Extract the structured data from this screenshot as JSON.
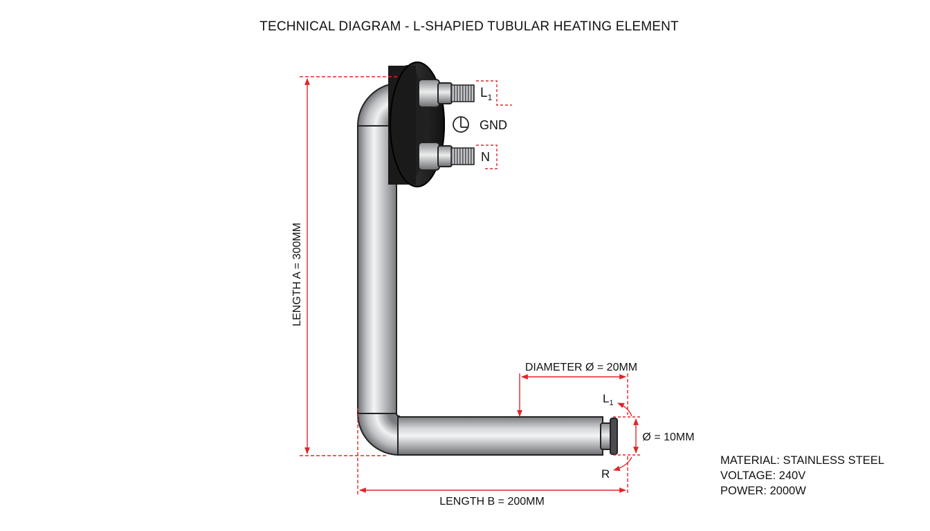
{
  "diagram": {
    "title": "TECHNICAL DIAGRAM - L-SHAPIED TUBULAR HEATING ELEMENT",
    "terminals": {
      "top_l1_letter": "L",
      "top_l1_sub": "1",
      "gnd": "GND",
      "neutral": "N"
    },
    "dimensions": {
      "length_a": "LENGTH A = 300MM",
      "length_b": "LENGTH B = 200MM",
      "diameter": "DIAMETER Ø = 20MM",
      "end_diameter": "Ø = 10MM",
      "end_l1_letter": "L",
      "end_l1_sub": "1",
      "end_r": "R"
    },
    "specs": {
      "material": "MATERIAL: STAINLESS STEEL",
      "voltage": "VOLTAGE: 240V",
      "power": "POWER: 2000W"
    },
    "colors": {
      "dimension_red": "#e0262b",
      "flange_black": "#1c1c1c",
      "steel_mid": "#b9bbbe",
      "outline": "#222222"
    }
  }
}
